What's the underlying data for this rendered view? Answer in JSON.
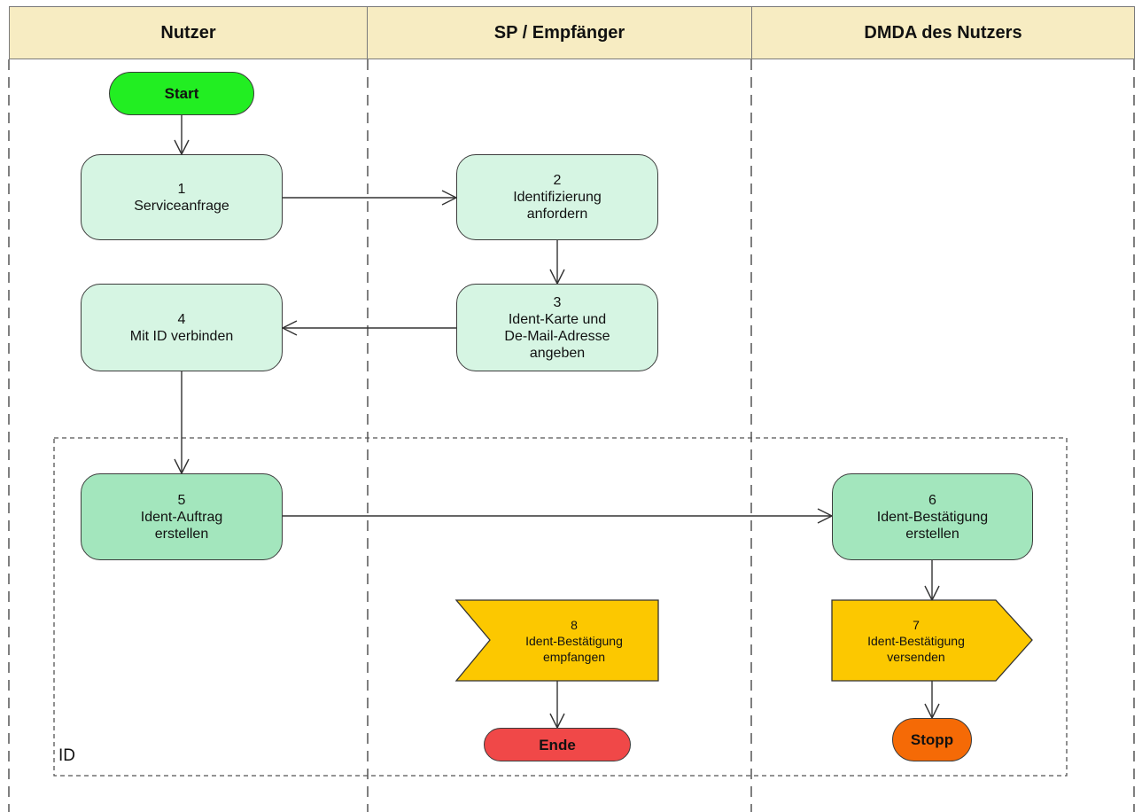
{
  "lanes": [
    {
      "title": "Nutzer"
    },
    {
      "title": "SP / Empfänger"
    },
    {
      "title": "DMDA des Nutzers"
    }
  ],
  "colors": {
    "lane_header": "#f7ecc2",
    "process": "#d6f5e3",
    "process_id": "#a3e6bd",
    "start": "#22ee22",
    "end": "#f04848",
    "stop": "#f56a06",
    "message": "#fcc800"
  },
  "nodes": {
    "start": {
      "label": "Start"
    },
    "step1": {
      "num": "1",
      "label": "Serviceanfrage"
    },
    "step2": {
      "num": "2",
      "line1": "Identifizierung",
      "line2": "anfordern"
    },
    "step3": {
      "num": "3",
      "line1": "Ident-Karte und",
      "line2": "De-Mail-Adresse",
      "line3": "angeben"
    },
    "step4": {
      "num": "4",
      "label": "Mit ID verbinden"
    },
    "step5": {
      "num": "5",
      "line1": "Ident-Auftrag",
      "line2": "erstellen"
    },
    "step6": {
      "num": "6",
      "line1": "Ident-Bestätigung",
      "line2": "erstellen"
    },
    "step7": {
      "num": "7",
      "line1": "Ident-Bestätigung",
      "line2": "versenden"
    },
    "step8": {
      "num": "8",
      "line1": "Ident-Bestätigung",
      "line2": "empfangen"
    },
    "ende": {
      "label": "Ende"
    },
    "stopp": {
      "label": "Stopp"
    }
  },
  "group": {
    "label": "ID"
  }
}
